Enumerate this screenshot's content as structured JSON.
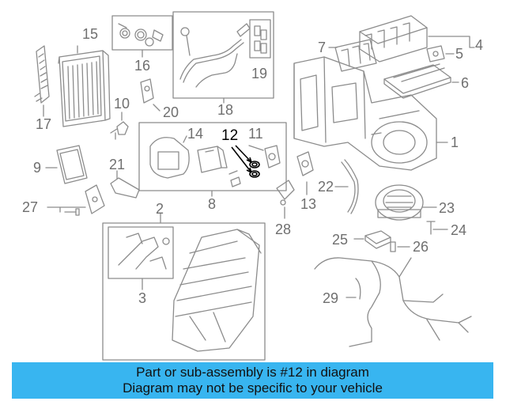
{
  "highlight_callout": "12",
  "colors": {
    "line": "#8c8c8c",
    "highlight": "#000000",
    "footer_bg": "#38b5f0"
  },
  "callouts": {
    "c1": "1",
    "c2": "2",
    "c3": "3",
    "c4": "4",
    "c5": "5",
    "c6": "6",
    "c7": "7",
    "c8": "8",
    "c9": "9",
    "c10": "10",
    "c11": "11",
    "c12": "12",
    "c13": "13",
    "c14": "14",
    "c15": "15",
    "c16": "16",
    "c17": "17",
    "c18": "18",
    "c19": "19",
    "c20": "20",
    "c21": "21",
    "c22": "22",
    "c23": "23",
    "c24": "24",
    "c25": "25",
    "c26": "26",
    "c27": "27",
    "c28": "28",
    "c29": "29"
  },
  "footer": {
    "line1": "Part or sub-assembly is #12 in diagram",
    "line2": "Diagram may not be specific to your vehicle"
  }
}
